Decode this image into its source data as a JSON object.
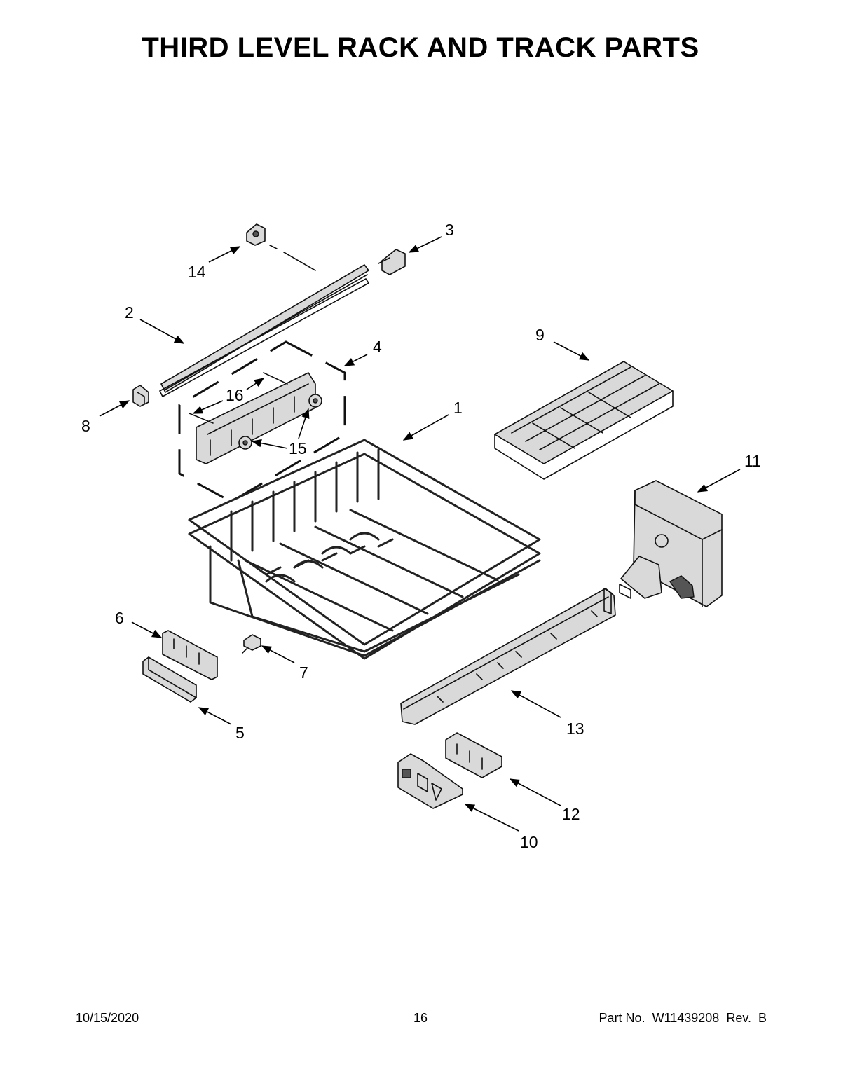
{
  "title": "THIRD LEVEL RACK AND TRACK PARTS",
  "callouts": [
    "1",
    "2",
    "3",
    "4",
    "5",
    "6",
    "7",
    "8",
    "9",
    "10",
    "11",
    "12",
    "13",
    "14",
    "15",
    "16"
  ],
  "footer": {
    "date": "10/15/2020",
    "page": "16",
    "part_number": "Part No.  W11439208  Rev.  B"
  }
}
